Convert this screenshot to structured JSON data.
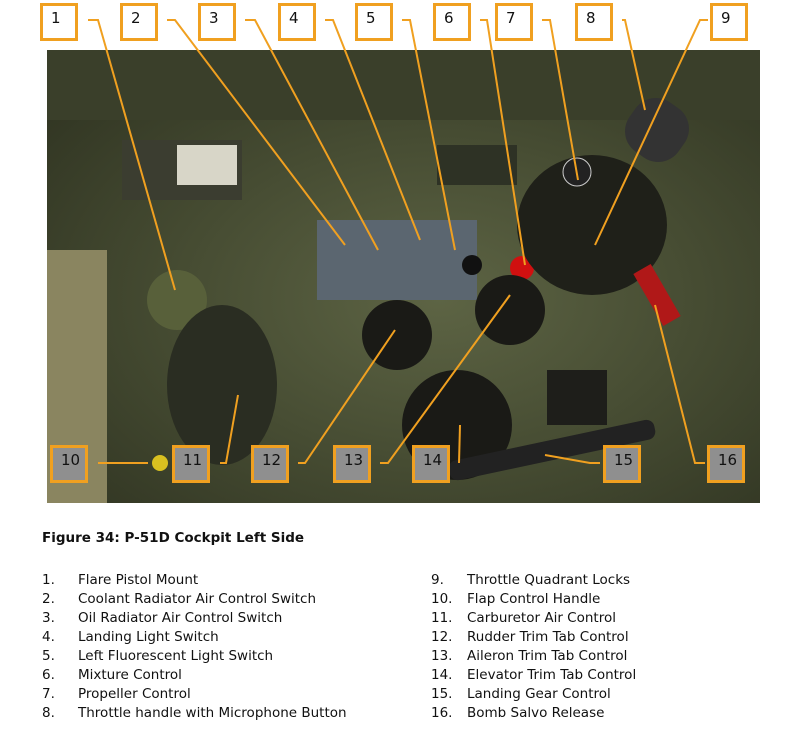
{
  "figure": {
    "caption": "Figure 34: P-51D Cockpit Left Side",
    "callouts_top": [
      "1",
      "2",
      "3",
      "4",
      "5",
      "6",
      "7",
      "8",
      "9"
    ],
    "callouts_bottom": [
      "10",
      "11",
      "12",
      "13",
      "14",
      "15",
      "16"
    ],
    "callout_color": "#f0a020"
  },
  "legend_left": [
    {
      "num": "1.",
      "label": "Flare Pistol Mount"
    },
    {
      "num": "2.",
      "label": "Coolant Radiator Air Control Switch"
    },
    {
      "num": "3.",
      "label": "Oil Radiator Air Control Switch"
    },
    {
      "num": "4.",
      "label": "Landing Light Switch"
    },
    {
      "num": "5.",
      "label": "Left Fluorescent Light Switch"
    },
    {
      "num": "6.",
      "label": "Mixture Control"
    },
    {
      "num": "7.",
      "label": "Propeller Control"
    },
    {
      "num": "8.",
      "label": "Throttle handle with Microphone Button"
    }
  ],
  "legend_right": [
    {
      "num": "9.",
      "label": "Throttle Quadrant Locks"
    },
    {
      "num": "10.",
      "label": "Flap Control Handle"
    },
    {
      "num": "11.",
      "label": "Carburetor Air Control"
    },
    {
      "num": "12.",
      "label": "Rudder Trim Tab Control"
    },
    {
      "num": "13.",
      "label": "Aileron Trim Tab Control"
    },
    {
      "num": "14.",
      "label": "Elevator Trim Tab Control"
    },
    {
      "num": "15.",
      "label": "Landing Gear Control"
    },
    {
      "num": "16.",
      "label": "Bomb Salvo Release"
    }
  ]
}
